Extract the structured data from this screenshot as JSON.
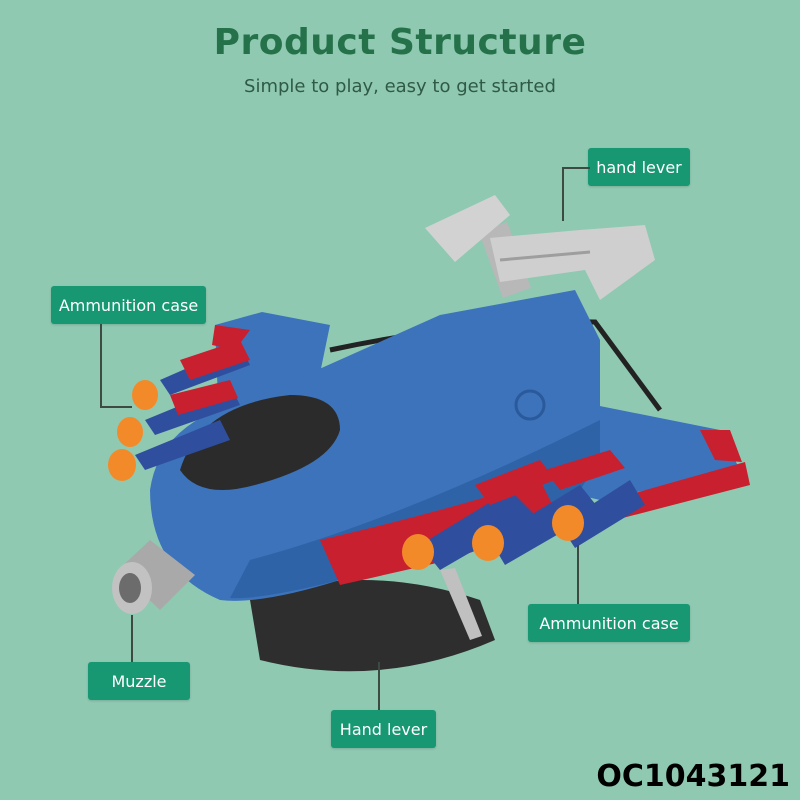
{
  "header": {
    "title": "Product Structure",
    "subtitle": "Simple to play, easy to get started"
  },
  "callouts": {
    "hand_lever_top": "hand lever",
    "ammo_case_left": "Ammunition case",
    "ammo_case_right": "Ammunition case",
    "muzzle": "Muzzle",
    "hand_lever_bottom": "Hand lever"
  },
  "product_code": "OC1043121",
  "colors": {
    "background": "#8fc9b2",
    "title": "#25724a",
    "label_bg": "#179873",
    "body_blue": "#3c73bb",
    "wing_red": "#c8202e",
    "dart_orange": "#f38a2a",
    "lever_gray": "#c9c9c9"
  }
}
